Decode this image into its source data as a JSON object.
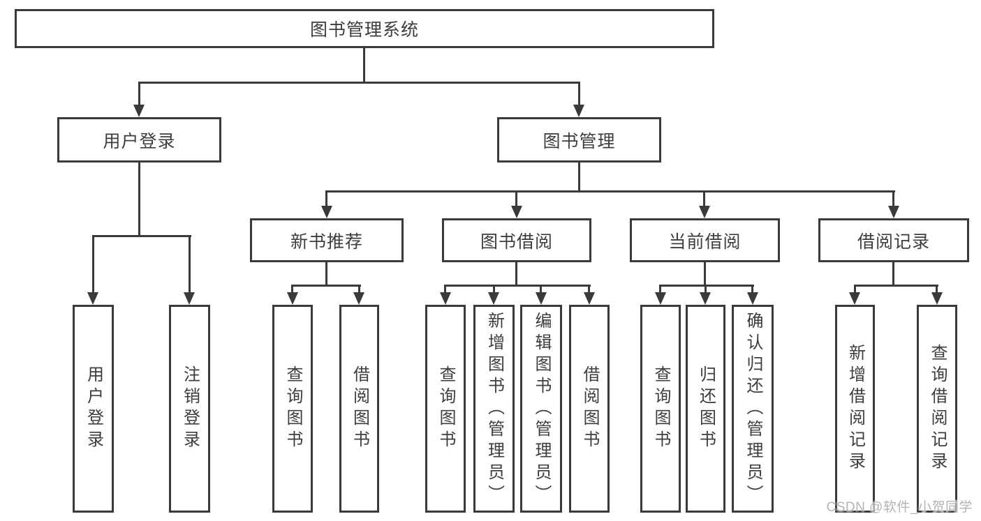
{
  "colors": {
    "line": "#3a3a3a",
    "text": "#3d3d3d",
    "watermark": "#b3b3b3",
    "background": "#ffffff"
  },
  "watermark": {
    "text": "CSDN @软件_小贺同学"
  },
  "tree": {
    "root": {
      "label": "图书管理系统"
    },
    "children": [
      {
        "label": "用户登录",
        "children": [
          {
            "label": "用户登录"
          },
          {
            "label": "注销登录"
          }
        ]
      },
      {
        "label": "图书管理",
        "children": [
          {
            "label": "新书推荐",
            "children": [
              {
                "label": "查询图书"
              },
              {
                "label": "借阅图书"
              }
            ]
          },
          {
            "label": "图书借阅",
            "children": [
              {
                "label": "查询图书"
              },
              {
                "label": "新增图书（管理员）"
              },
              {
                "label": "编辑图书（管理员）"
              },
              {
                "label": "借阅图书"
              }
            ]
          },
          {
            "label": "当前借阅",
            "children": [
              {
                "label": "查询图书"
              },
              {
                "label": "归还图书"
              },
              {
                "label": "确认归还（管理员）"
              }
            ]
          },
          {
            "label": "借阅记录",
            "children": [
              {
                "label": "新增借阅记录"
              },
              {
                "label": "查询借阅记录"
              }
            ]
          }
        ]
      }
    ]
  }
}
